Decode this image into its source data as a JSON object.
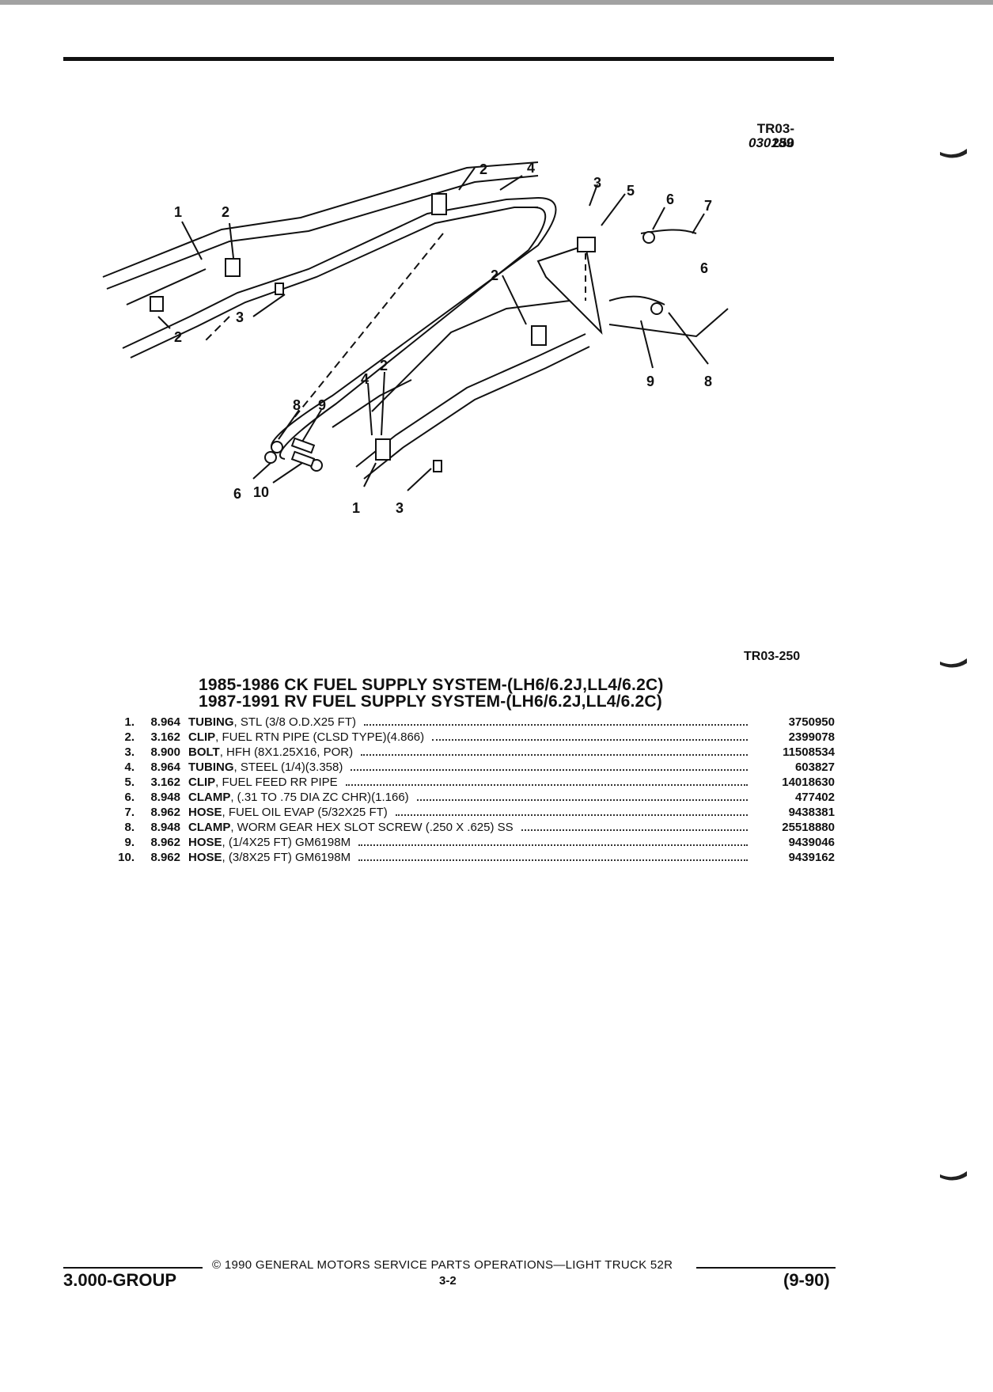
{
  "header": {
    "figure_code": "TR03-250",
    "figure_date": "030189"
  },
  "diagram": {
    "callouts": [
      "1",
      "2",
      "3",
      "4",
      "5",
      "6",
      "7",
      "8",
      "9",
      "10"
    ]
  },
  "figure_ref": "TR03-250",
  "titles": [
    "1985-1986 CK FUEL SUPPLY SYSTEM-(LH6/6.2J,LL4/6.2C)",
    "1987-1991 RV FUEL SUPPLY SYSTEM-(LH6/6.2J,LL4/6.2C)"
  ],
  "parts": [
    {
      "num": "1.",
      "code": "8.964",
      "name": "TUBING",
      "desc": ", STL (3/8 O.D.X25 FT)",
      "part": "3750950"
    },
    {
      "num": "2.",
      "code": "3.162",
      "name": "CLIP",
      "desc": ", FUEL RTN PIPE (CLSD TYPE)(4.866)",
      "part": "2399078"
    },
    {
      "num": "3.",
      "code": "8.900",
      "name": "BOLT",
      "desc": ", HFH (8X1.25X16, POR)",
      "part": "11508534"
    },
    {
      "num": "4.",
      "code": "8.964",
      "name": "TUBING",
      "desc": ", STEEL (1/4)(3.358)",
      "part": "603827"
    },
    {
      "num": "5.",
      "code": "3.162",
      "name": "CLIP",
      "desc": ", FUEL FEED RR PIPE",
      "part": "14018630"
    },
    {
      "num": "6.",
      "code": "8.948",
      "name": "CLAMP",
      "desc": ", (.31 TO .75 DIA ZC CHR)(1.166)",
      "part": "477402"
    },
    {
      "num": "7.",
      "code": "8.962",
      "name": "HOSE",
      "desc": ", FUEL OIL EVAP (5/32X25 FT)",
      "part": "9438381"
    },
    {
      "num": "8.",
      "code": "8.948",
      "name": "CLAMP",
      "desc": ", WORM GEAR HEX SLOT SCREW (.250 X .625) SS",
      "part": "25518880"
    },
    {
      "num": "9.",
      "code": "8.962",
      "name": "HOSE",
      "desc": ", (1/4X25 FT) GM6198M",
      "part": "9439046"
    },
    {
      "num": "10.",
      "code": "8.962",
      "name": "HOSE",
      "desc": ", (3/8X25 FT) GM6198M",
      "part": "9439162"
    }
  ],
  "footer": {
    "copyright": "© 1990 GENERAL MOTORS SERVICE PARTS OPERATIONS—LIGHT TRUCK 52R",
    "group": "3.000-GROUP",
    "page": "3-2",
    "revision": "(9-90)"
  }
}
